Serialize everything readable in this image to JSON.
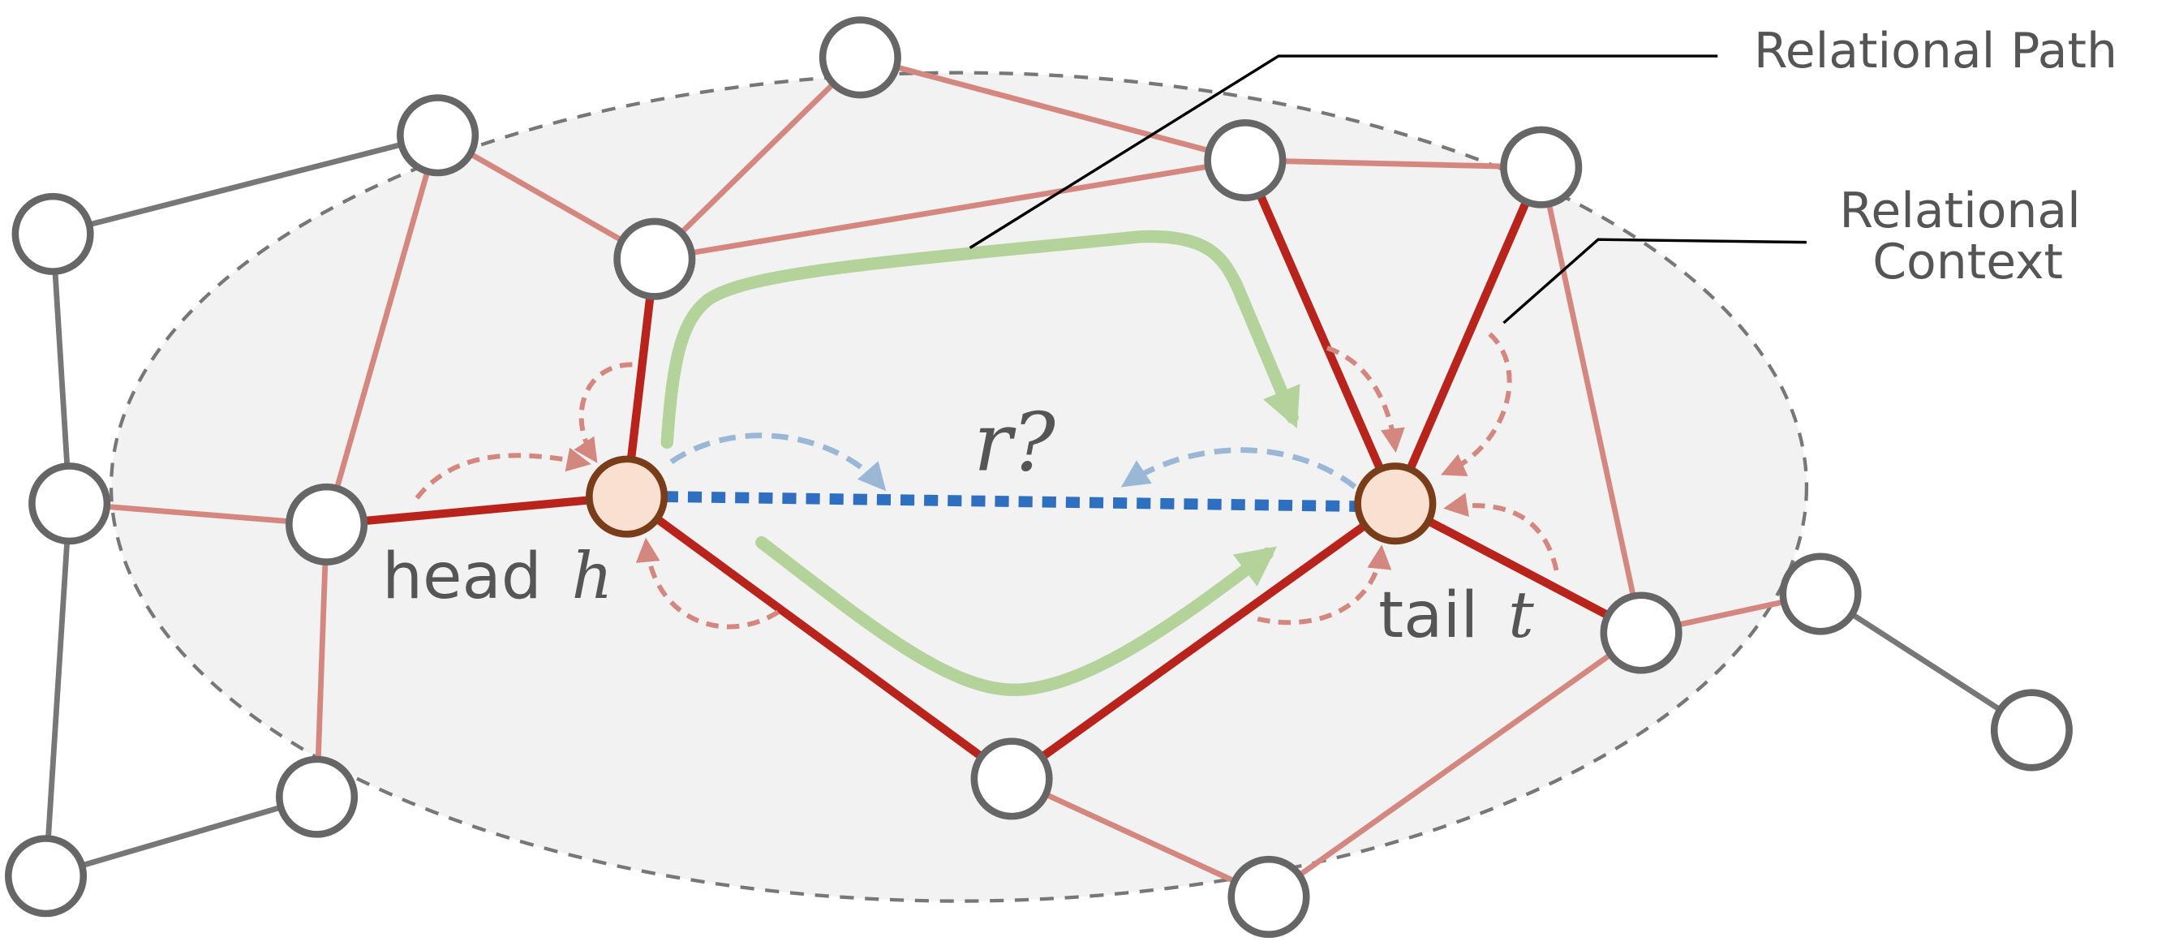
{
  "labels": {
    "relational_path": "Relational Path",
    "relational_context_line1": "Relational",
    "relational_context_line2": "Context",
    "head_word": "head",
    "head_var": "h",
    "tail_word": "tail",
    "tail_var": "t",
    "query_relation": "r?"
  },
  "colors": {
    "outer_edge": "#777777",
    "context_edge": "#d4877f",
    "strong_edge": "#b8241c",
    "path_arrow": "#b3d39a",
    "query_edge": "#2f6fbf",
    "self_loop": "#d4877f",
    "message_arrow": "#9ab8d6",
    "context_region": "#f2f2f2",
    "node_stroke": "#666666",
    "endpoint_fill": "#f9e0d0",
    "endpoint_stroke": "#7a3d1a"
  }
}
